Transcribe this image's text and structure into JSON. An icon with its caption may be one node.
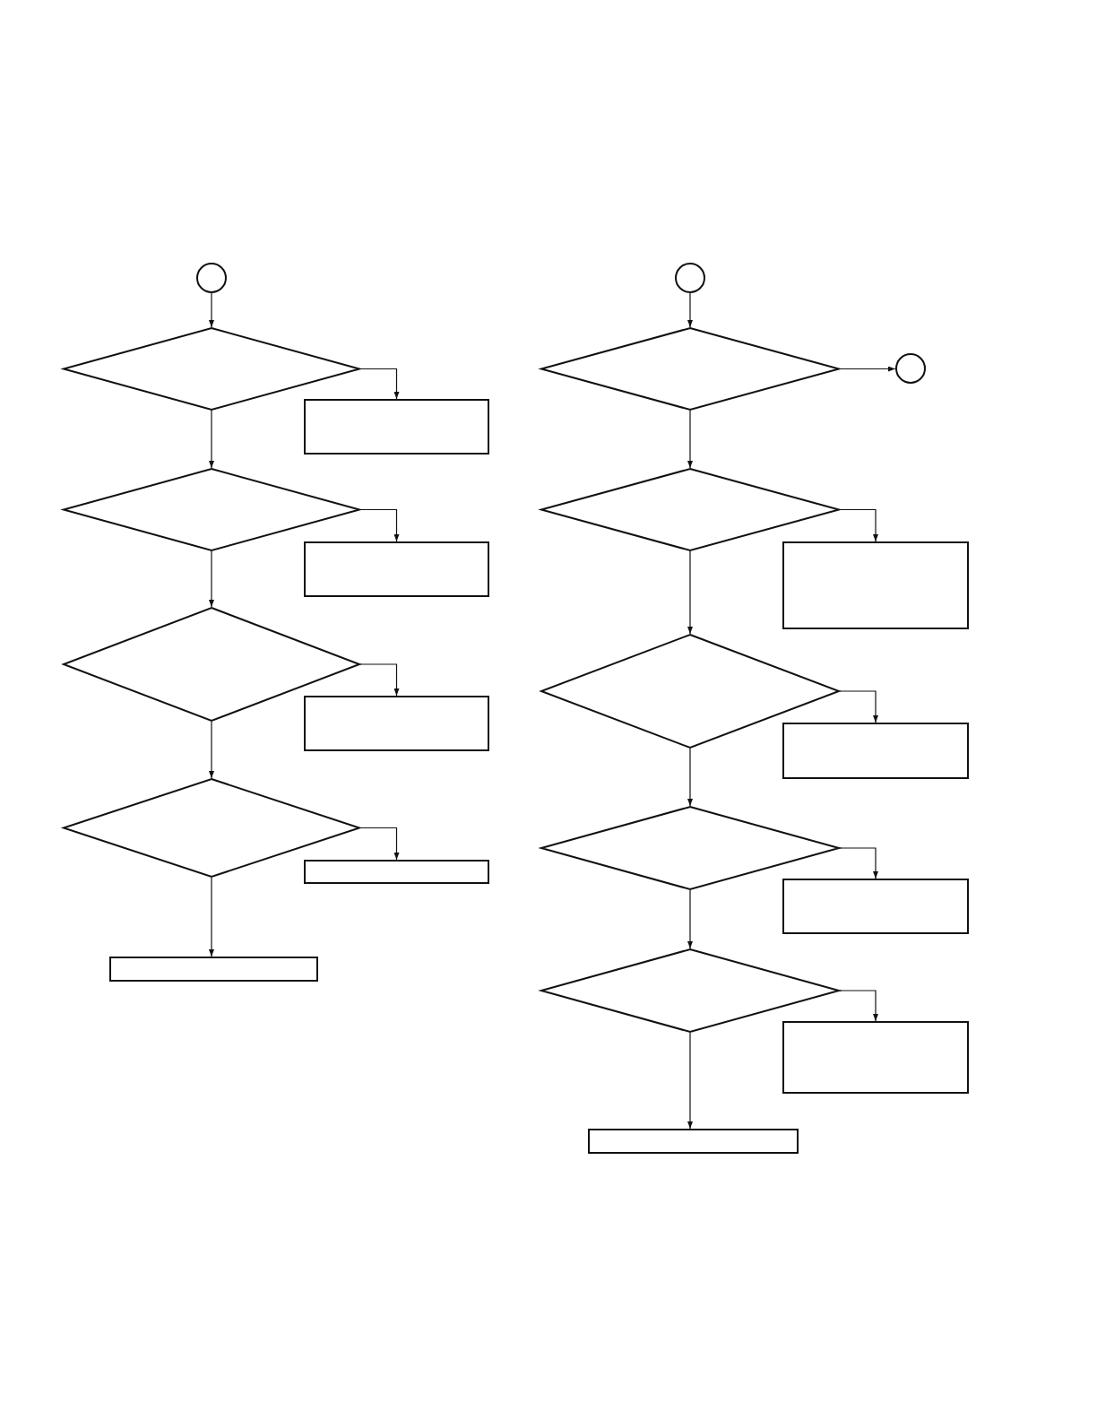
{
  "diagram": {
    "nodes": [
      {
        "text": [],
        "shape": "circle"
      },
      {
        "text": [],
        "shape": "diamond"
      },
      {
        "text": [],
        "shape": "box"
      },
      {
        "text": [],
        "shape": "diamond"
      },
      {
        "text": [],
        "shape": "box"
      },
      {
        "text": [],
        "shape": "diamond"
      },
      {
        "text": [],
        "shape": "box"
      },
      {
        "text": [],
        "shape": "diamond"
      },
      {
        "text": [],
        "shape": "box"
      },
      {
        "text": [],
        "shape": "box"
      },
      {
        "text": [],
        "shape": "circle"
      },
      {
        "text": [],
        "shape": "diamond"
      },
      {
        "text": [],
        "shape": "circle"
      },
      {
        "text": [],
        "shape": "diamond"
      },
      {
        "text": [],
        "shape": "box"
      },
      {
        "text": [],
        "shape": "diamond"
      },
      {
        "text": [],
        "shape": "box"
      },
      {
        "text": [],
        "shape": "diamond"
      },
      {
        "text": [],
        "shape": "box"
      },
      {
        "text": [],
        "shape": "diamond"
      },
      {
        "text": [],
        "shape": "box"
      },
      {
        "text": [],
        "shape": "box"
      }
    ],
    "edges": [
      {
        "from": 0,
        "to": 1,
        "arrow": "to"
      },
      {
        "from": 1,
        "to": 2,
        "arrow": "to"
      },
      {
        "from": 1,
        "to": 3,
        "arrow": "to"
      },
      {
        "from": 3,
        "to": 4,
        "arrow": "to"
      },
      {
        "from": 3,
        "to": 5,
        "arrow": "to"
      },
      {
        "from": 5,
        "to": 6,
        "arrow": "to"
      },
      {
        "from": 5,
        "to": 7,
        "arrow": "to"
      },
      {
        "from": 7,
        "to": 8,
        "arrow": "to"
      },
      {
        "from": 7,
        "to": 9,
        "arrow": "to"
      },
      {
        "from": 10,
        "to": 11,
        "arrow": "to"
      },
      {
        "from": 11,
        "to": 12,
        "arrow": "to"
      },
      {
        "from": 11,
        "to": 13,
        "arrow": "to"
      },
      {
        "from": 13,
        "to": 14,
        "arrow": "to"
      },
      {
        "from": 13,
        "to": 15,
        "arrow": "to"
      },
      {
        "from": 15,
        "to": 16,
        "arrow": "to"
      },
      {
        "from": 15,
        "to": 17,
        "arrow": "to"
      },
      {
        "from": 17,
        "to": 18,
        "arrow": "to"
      },
      {
        "from": 17,
        "to": 19,
        "arrow": "to"
      },
      {
        "from": 19,
        "to": 20,
        "arrow": "to"
      },
      {
        "from": 19,
        "to": 21,
        "arrow": "to"
      }
    ]
  }
}
